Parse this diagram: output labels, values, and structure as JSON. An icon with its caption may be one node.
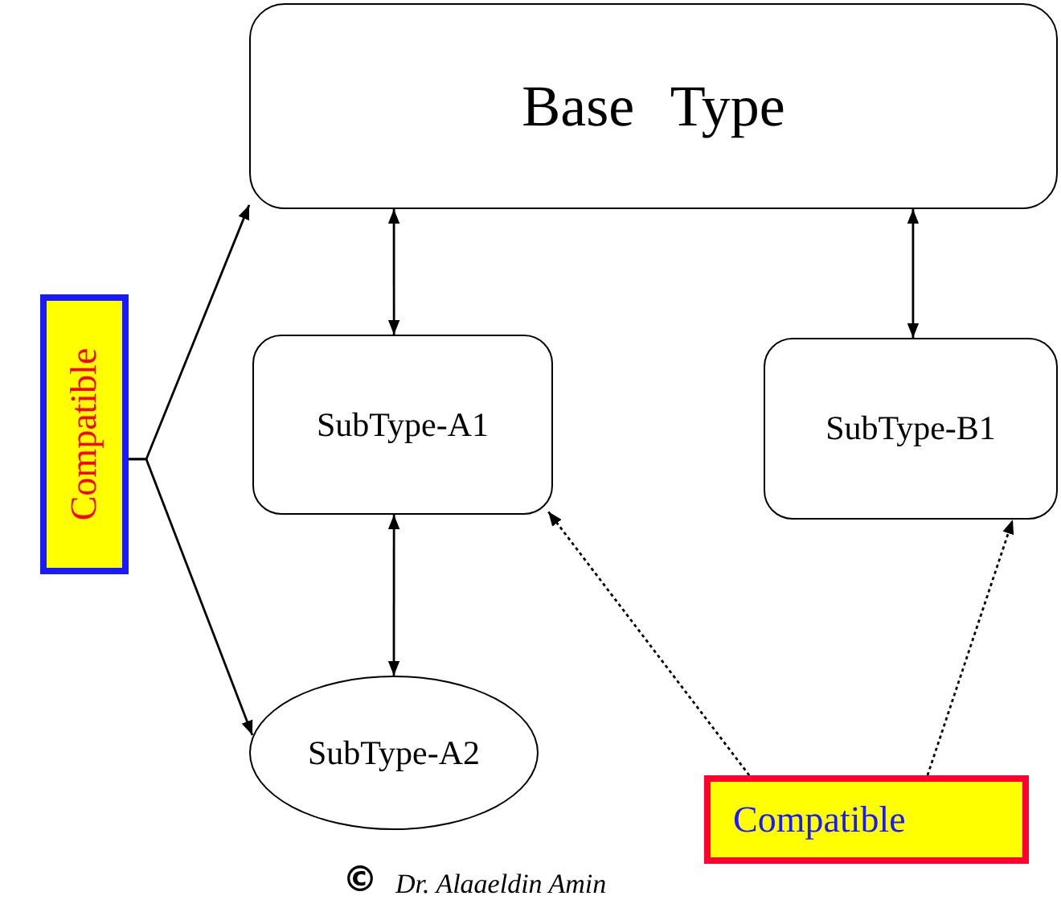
{
  "diagram": {
    "nodes": [
      {
        "text": [
          "Base Type"
        ]
      },
      {
        "text": [
          "SubType-A1"
        ]
      },
      {
        "text": [
          "SubType-B1"
        ]
      },
      {
        "text": [
          "SubType-A2"
        ]
      },
      {
        "text": [
          "Compatible"
        ]
      },
      {
        "text": [
          "Compatible"
        ]
      }
    ],
    "edges": [
      {
        "from": 0,
        "to": 1,
        "arrow": "both"
      },
      {
        "from": 0,
        "to": 2,
        "arrow": "both"
      },
      {
        "from": 1,
        "to": 3,
        "arrow": "both"
      },
      {
        "from": 4,
        "to": 0,
        "arrow": "to"
      },
      {
        "from": 4,
        "to": 3,
        "arrow": "to"
      },
      {
        "from": 5,
        "to": 1,
        "arrow": "to",
        "style": "dashed"
      },
      {
        "from": 5,
        "to": 2,
        "arrow": "to",
        "style": "dashed"
      }
    ],
    "labels": [
      "©",
      "Dr. Alaaeldin Amin"
    ]
  }
}
